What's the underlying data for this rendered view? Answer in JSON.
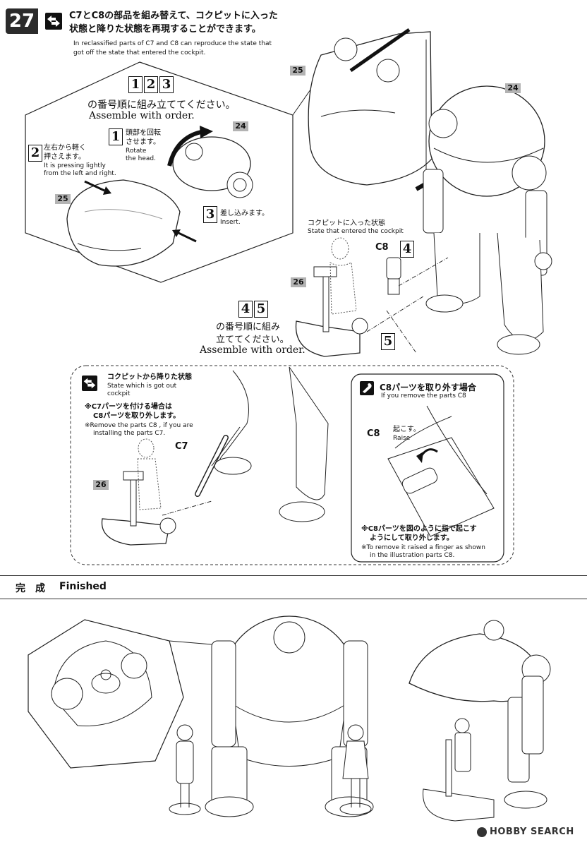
{
  "step": {
    "number": "27",
    "title_jp_line1": "C7とC8の部品を組み替えて、コクピットに入った",
    "title_jp_line2": "状態と降りた状態を再現することができます。",
    "title_en_line1": "In reclassified parts of C7 and C8 can reproduce the state that",
    "title_en_line2": "got off the state that entered the cockpit."
  },
  "detail": {
    "order_numbers": [
      "1",
      "2",
      "3"
    ],
    "order_jp": "の番号順に組み立ててください。",
    "order_en": "Assemble with order.",
    "sub1_num": "1",
    "sub1_jp_line1": "頭部を回転",
    "sub1_jp_line2": "させます。",
    "sub1_en_line1": "Rotate",
    "sub1_en_line2": "the head.",
    "sub2_num": "2",
    "sub2_jp_line1": "左右から軽く",
    "sub2_jp_line2": "押さえます。",
    "sub2_en_line1": "It is pressing lightly",
    "sub2_en_line2": "from the left and right.",
    "sub3_num": "3",
    "sub3_jp": "差し込みます。",
    "sub3_en": "Insert.",
    "part_24": "24",
    "part_25": "25"
  },
  "main": {
    "part_25": "25",
    "part_24": "24",
    "part_26": "26",
    "cockpit_in_jp": "コクピットに入った状態",
    "cockpit_in_en": "State that entered the cockpit",
    "c8_label": "C8",
    "num4": "4",
    "num5": "5",
    "order_numbers": [
      "4",
      "5"
    ],
    "order_jp_line1": "の番号順に組み",
    "order_jp_line2": "立ててください。",
    "order_en": "Assemble with order."
  },
  "out": {
    "title_jp": "コクピットから降りた状態",
    "title_en_line1": "State which is got out",
    "title_en_line2": "cockpit",
    "note_jp_line1": "※C7パーツを付ける場合は",
    "note_jp_line2": "C8パーツを取り外します。",
    "note_en_line1": "※Remove the parts C8 , if you are",
    "note_en_line2": "installing the parts C7.",
    "c7_label": "C7",
    "part_26": "26"
  },
  "remove": {
    "title_jp": "C8パーツを取り外す場合",
    "title_en": "If you remove the parts C8",
    "c8_label": "C8",
    "raise_jp": "起こす。",
    "raise_en": "Raise",
    "note_jp_line1": "※C8パーツを図のように指で起こす",
    "note_jp_line2": "ようにして取り外します。",
    "note_en_line1": "※To remove it raised a finger as shown",
    "note_en_line2": "in the illustration parts C8."
  },
  "finished": {
    "title_jp": "完　成",
    "title_en": "Finished"
  },
  "watermark": {
    "text": "HOBBY SEARCH"
  }
}
